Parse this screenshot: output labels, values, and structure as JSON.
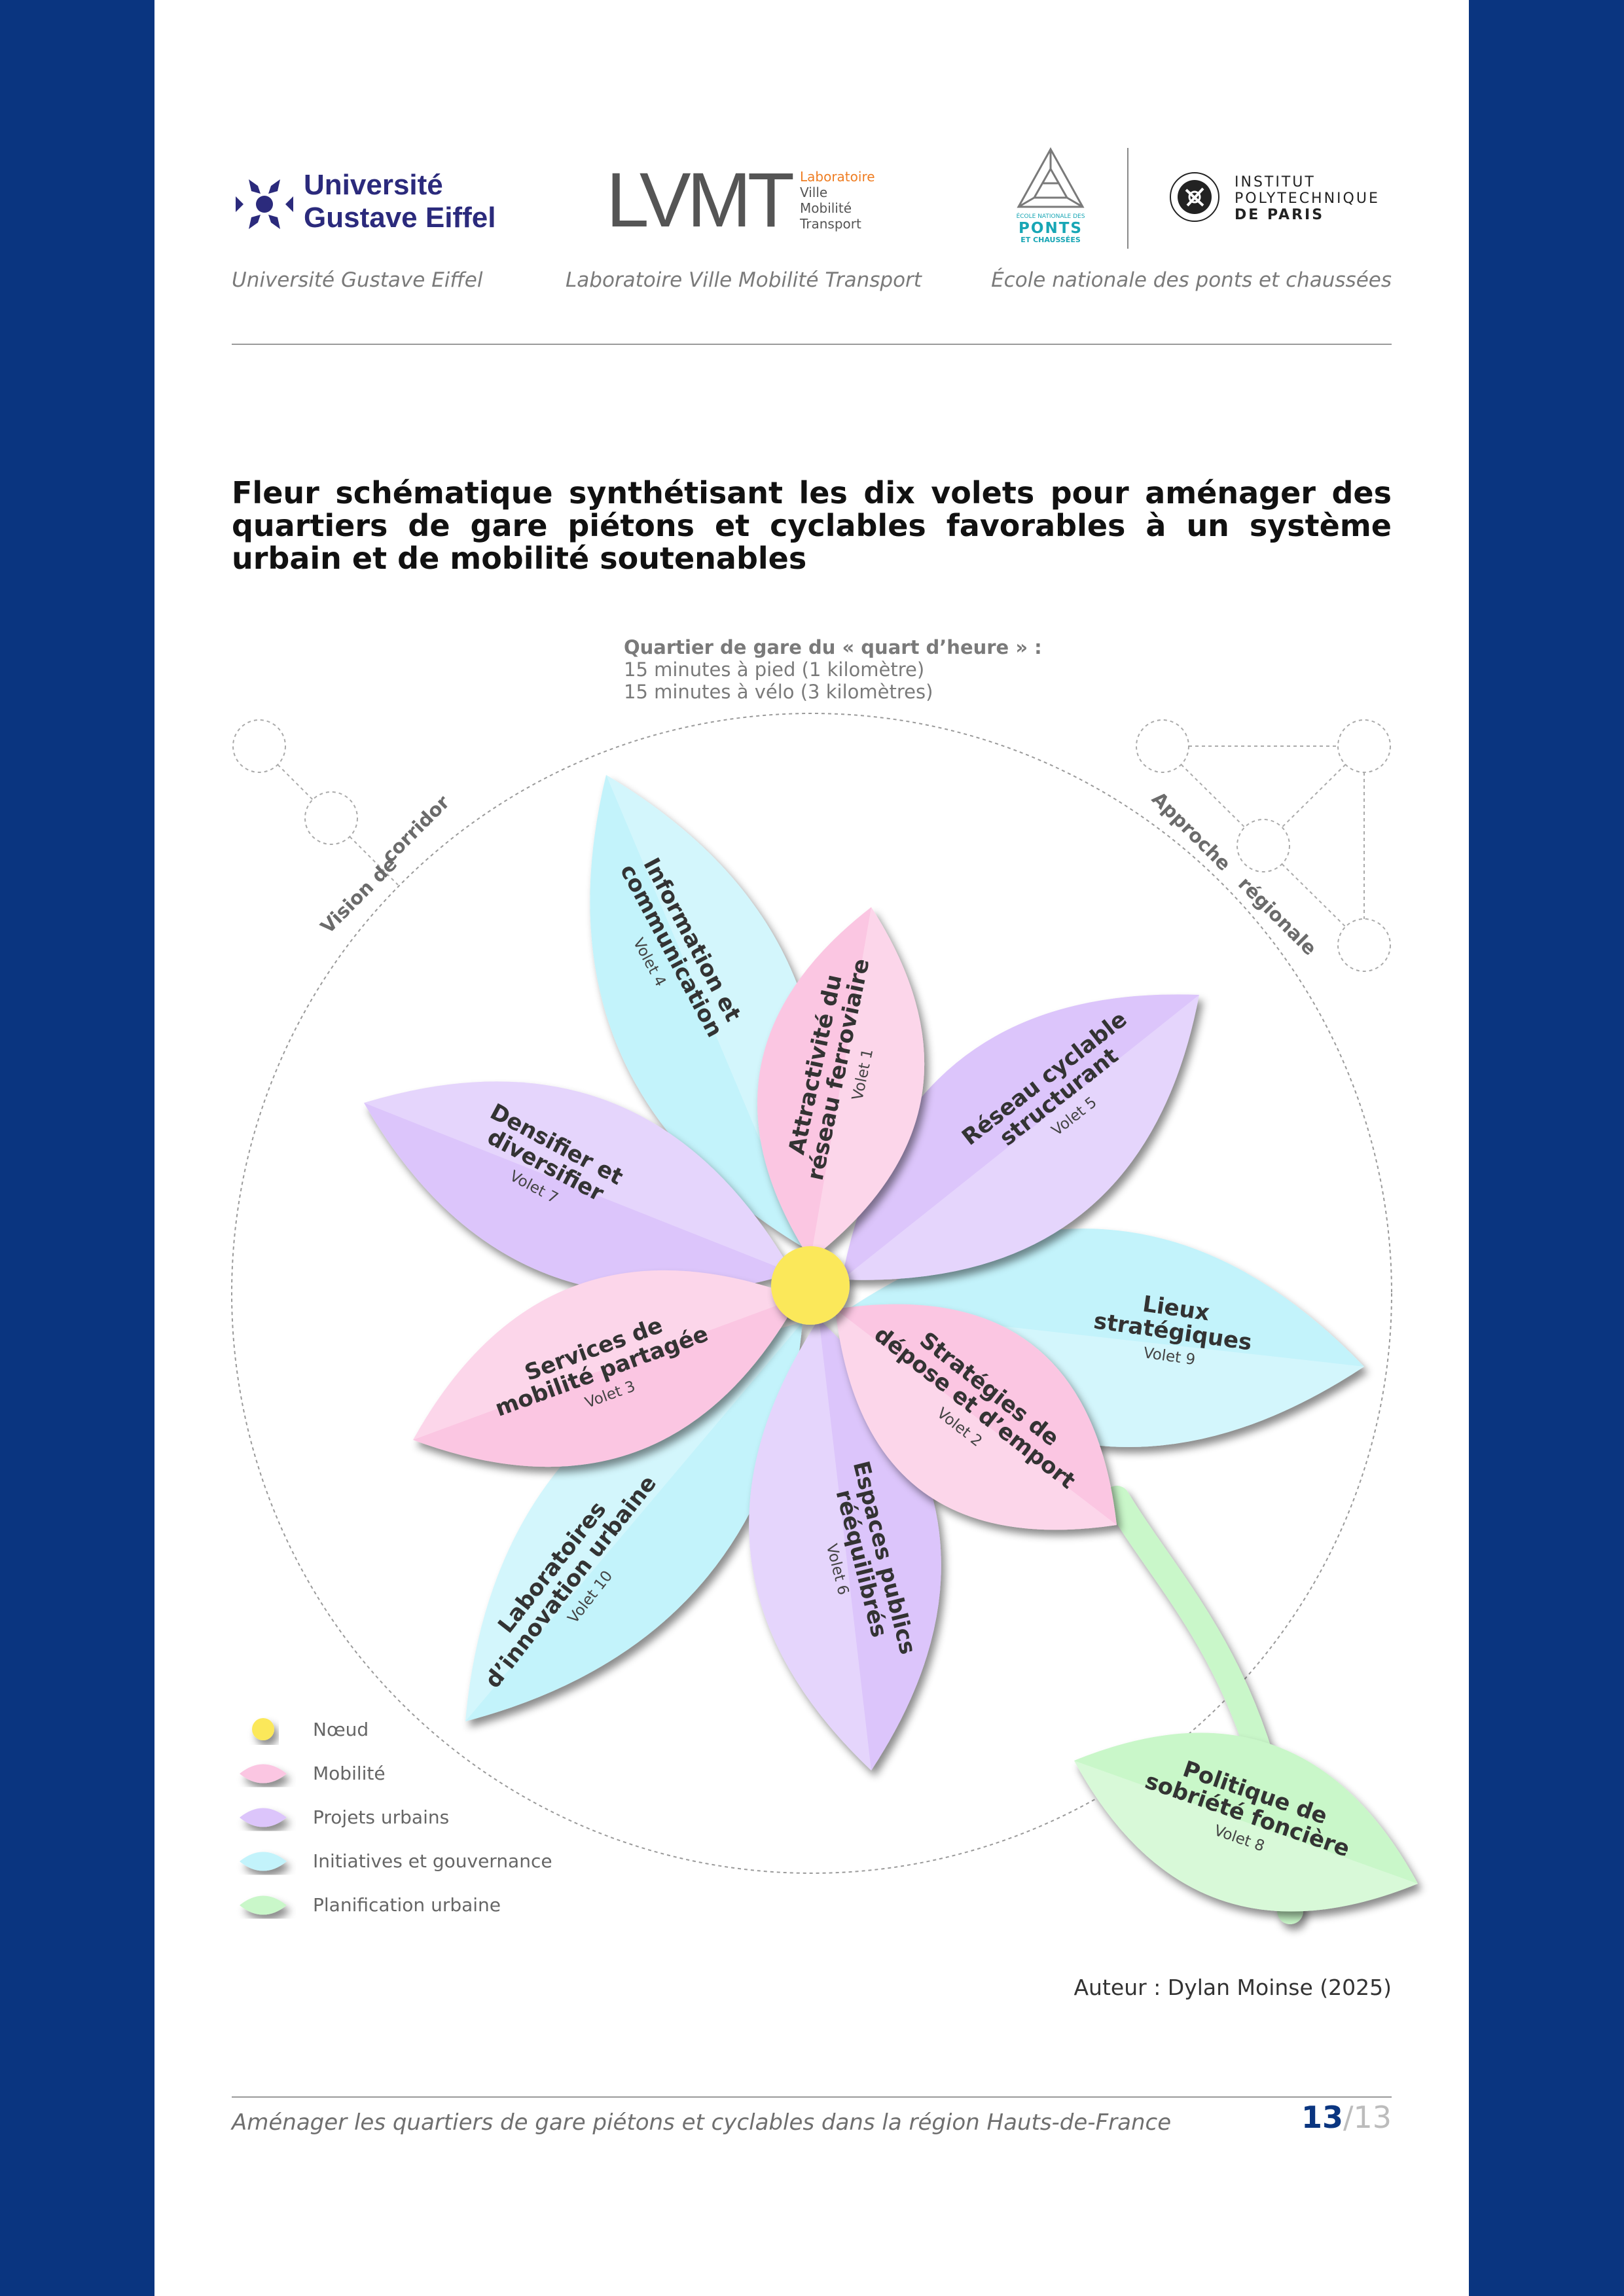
{
  "header": {
    "logo_uge_line1": "Université",
    "logo_uge_line2": "Gustave Eiffel",
    "logo_lvmt_letters": "LVMT",
    "logo_lvmt_sub1": "Laboratoire",
    "logo_lvmt_sub2": "Ville",
    "logo_lvmt_sub3": "Mobilité",
    "logo_lvmt_sub4": "Transport",
    "logo_enpc_small": "ÉCOLE NATIONALE DES",
    "logo_enpc_ponts": "PONTS",
    "logo_enpc_chaussees": "ET CHAUSSÉES",
    "logo_ipp_line1": "INSTITUT",
    "logo_ipp_line2": "POLYTECHNIQUE",
    "logo_ipp_line3": "DE PARIS",
    "caption_uge": "Université Gustave Eiffel",
    "caption_lvmt": "Laboratoire Ville Mobilité Transport",
    "caption_enpc": "École nationale des ponts et chaussées"
  },
  "title": "Fleur schématique synthétisant les dix volets pour aménager des quartiers de gare piétons et cyclables favorables à un système urbain et de mobilité soutenables",
  "quartier": {
    "heading": "Quartier de gare du « quart d’heure » :",
    "line1": "15 minutes à pied (1 kilomètre)",
    "line2": "15 minutes à vélo (3 kilomètres)"
  },
  "corners": {
    "left_line1": "Vision de",
    "left_line2": "corridor",
    "right_line1": "Approche",
    "right_line2": "régionale"
  },
  "colors": {
    "noeud": "#fbe85a",
    "mobilite": "#fbc6e2",
    "projets_urbains": "#dcc5fb",
    "initiatives": "#c3f3fb",
    "planification": "#c9f7c9",
    "brand_blue": "#0a3580",
    "lvmt_orange": "#ef7d22"
  },
  "petals": [
    {
      "line1": "Attractivité du",
      "line2": "réseau ferroviaire",
      "volet": "Volet 1"
    },
    {
      "line1": "Stratégies de",
      "line2": "dépose et d’emport",
      "volet": "Volet 2"
    },
    {
      "line1": "Services de",
      "line2": "mobilité partagée",
      "volet": "Volet 3"
    },
    {
      "line1": "Information et",
      "line2": "communication",
      "volet": "Volet 4"
    },
    {
      "line1": "Réseau cyclable",
      "line2": "structurant",
      "volet": "Volet 5"
    },
    {
      "line1": "Espaces publics",
      "line2": "rééquilibrés",
      "volet": "Volet 6"
    },
    {
      "line1": "Densifier et",
      "line2": "diversifier",
      "volet": "Volet 7"
    },
    {
      "line1": "Politique de",
      "line2": "sobriété foncière",
      "volet": "Volet 8"
    },
    {
      "line1": "Lieux",
      "line2": "stratégiques",
      "volet": "Volet 9"
    },
    {
      "line1": "Laboratoires",
      "line2": "d’innovation urbaine",
      "volet": "Volet 10"
    }
  ],
  "legend": {
    "noeud": "Nœud",
    "mobilite": "Mobilité",
    "projets_urbains": "Projets urbains",
    "initiatives": "Initiatives et gouvernance",
    "planification": "Planification urbaine"
  },
  "author": "Auteur : Dylan Moinse (2025)",
  "footer": {
    "text": "Aménager les quartiers de gare piétons et cyclables dans la région Hauts-de-France",
    "page_current": "13",
    "page_total": "/13"
  }
}
